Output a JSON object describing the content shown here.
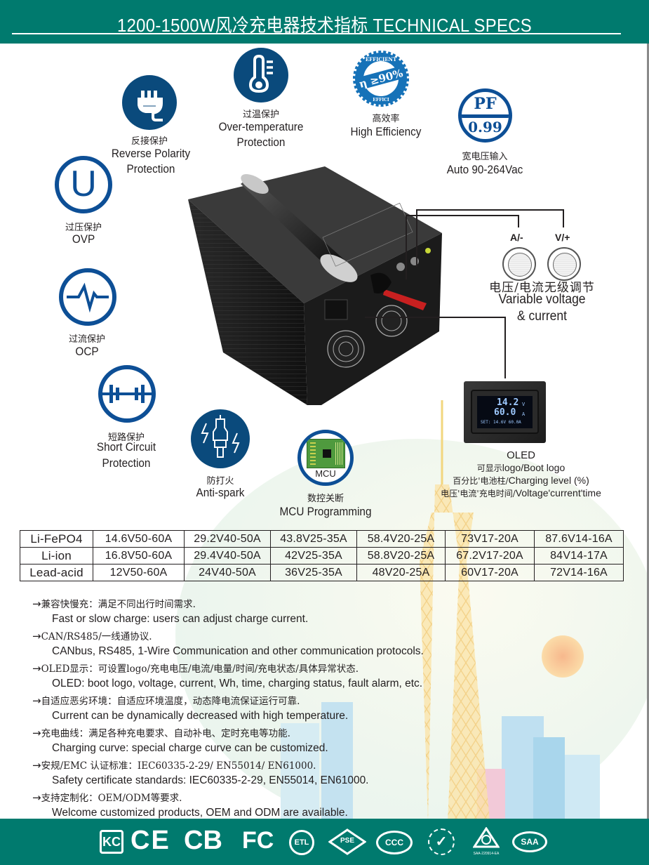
{
  "header": {
    "title": "1200-1500W风冷充电器技术指标 TECHNICAL SPECS",
    "color": "#007a6e"
  },
  "features": [
    {
      "id": "reverse-polarity",
      "icon": "plug-icon",
      "cn": "反接保护",
      "en_line1": "Reverse Polarity",
      "en_line2": "Protection"
    },
    {
      "id": "over-temperature",
      "icon": "thermometer-icon",
      "cn": "过温保护",
      "en_line1": "Over-temperature",
      "en_line2": "Protection"
    },
    {
      "id": "high-efficiency",
      "icon": "efficiency-seal-icon",
      "cn": "高效率",
      "en_line1": "High Efficiency",
      "seal_top": "EFFICIENT",
      "seal_center": "η ≥90%",
      "seal_bottom": "EFFICI"
    },
    {
      "id": "auto-voltage",
      "icon": "power-factor-icon",
      "cn": "宽电压输入",
      "en_line1": "Auto 90-264Vac",
      "pf_label": "PF",
      "pf_value": "0.99"
    },
    {
      "id": "ovp",
      "icon": "voltage-u-icon",
      "cn": "过压保护",
      "en_line1": "OVP",
      "glyph": "U"
    },
    {
      "id": "ocp",
      "icon": "current-wave-icon",
      "cn": "过流保护",
      "en_line1": "OCP"
    },
    {
      "id": "short-circuit",
      "icon": "short-circuit-icon",
      "cn": "短路保护",
      "en_line1": "Short Circuit",
      "en_line2": "Protection"
    },
    {
      "id": "anti-spark",
      "icon": "spark-plug-icon",
      "cn": "防打火",
      "en_line1": "Anti-spark"
    },
    {
      "id": "mcu",
      "icon": "mcu-chip-icon",
      "cn": "数控关断",
      "en_line1": "MCU Programming",
      "badge": "MCU"
    }
  ],
  "knobs": {
    "current_label": "A/-",
    "voltage_label": "V/+",
    "caption_cn": "电压/电流无级调节",
    "caption_en_line1": "Variable voltage",
    "caption_en_line2": "& current"
  },
  "oled": {
    "voltage": "14.2",
    "voltage_unit": "V",
    "current": "60.0",
    "current_unit": "A",
    "set_line": "SET: 14.6V  60.0A",
    "title": "OLED",
    "line1_cn": "可显示",
    "line1_en": "logo/Boot logo",
    "line2_cn": "百分比'电池柱/",
    "line2_en": "Charging level (%)",
    "line3_cn": "电压'电流'充电时间/",
    "line3_en": "Voltage'current'time"
  },
  "spec_table": {
    "rows": [
      {
        "type": "Li-FePO4",
        "cells": [
          "14.6V50-60A",
          "29.2V40-50A",
          "43.8V25-35A",
          "58.4V20-25A",
          "73V17-20A",
          "87.6V14-16A"
        ]
      },
      {
        "type": "Li-ion",
        "cells": [
          "16.8V50-60A",
          "29.4V40-50A",
          "42V25-35A",
          "58.8V20-25A",
          "67.2V17-20A",
          "84V14-17A"
        ]
      },
      {
        "type": "Lead-acid",
        "cells": [
          "12V50-60A",
          "24V40-50A",
          "36V25-35A",
          "48V20-25A",
          "60V17-20A",
          "72V14-16A"
        ]
      }
    ]
  },
  "bullets": [
    {
      "cn": "兼容快慢充：满足不同出行时间需求.",
      "en": "Fast or slow charge: users can adjust charge current."
    },
    {
      "cn": "CAN/RS485/一线通协议.",
      "en": "CANbus, RS485, 1-Wire Communication  and other communication protocols."
    },
    {
      "cn": "OLED显示：可设置logo/充电电压/电流/电量/时间/充电状态/具体异常状态.",
      "en": "OLED: boot logo, voltage, current, Wh, time, charging status, fault alarm, etc."
    },
    {
      "cn": "自适应恶劣环境：自适应环境温度，动态降电流保证运行可靠.",
      "en": "Current can be dynamically decreased with high temperature."
    },
    {
      "cn": "充电曲线：满足各种充电要求、自动补电、定时充电等功能.",
      "en": "Charging curve: special charge curve can be  customized."
    },
    {
      "cn": "安规/EMC 认证标准：IEC60335-2-29/ EN55014/ EN61000.",
      "en": "Safety certificate standards: IEC60335-2-29,  EN55014, EN61000."
    },
    {
      "cn": "支持定制化：OEM/ODM等要求.",
      "en": "Welcome customized products, OEM and ODM are available."
    }
  ],
  "bullet_arrow": "→",
  "certifications": [
    {
      "id": "kc",
      "label": "KC"
    },
    {
      "id": "ce",
      "label": "CE"
    },
    {
      "id": "cb",
      "label": "CB"
    },
    {
      "id": "fcc",
      "label": "FC"
    },
    {
      "id": "etl",
      "label": "ETL"
    },
    {
      "id": "pse",
      "label": "PSE"
    },
    {
      "id": "ccc",
      "label": "CCC"
    },
    {
      "id": "rohs",
      "label": "✓"
    },
    {
      "id": "rcm",
      "label": "RCM",
      "sub": "SAA-220914-EA"
    },
    {
      "id": "saa",
      "label": "SAA"
    }
  ],
  "colors": {
    "brand_teal": "#007a6e",
    "icon_navy": "#0a4a7c",
    "icon_blue": "#0d4f96"
  }
}
